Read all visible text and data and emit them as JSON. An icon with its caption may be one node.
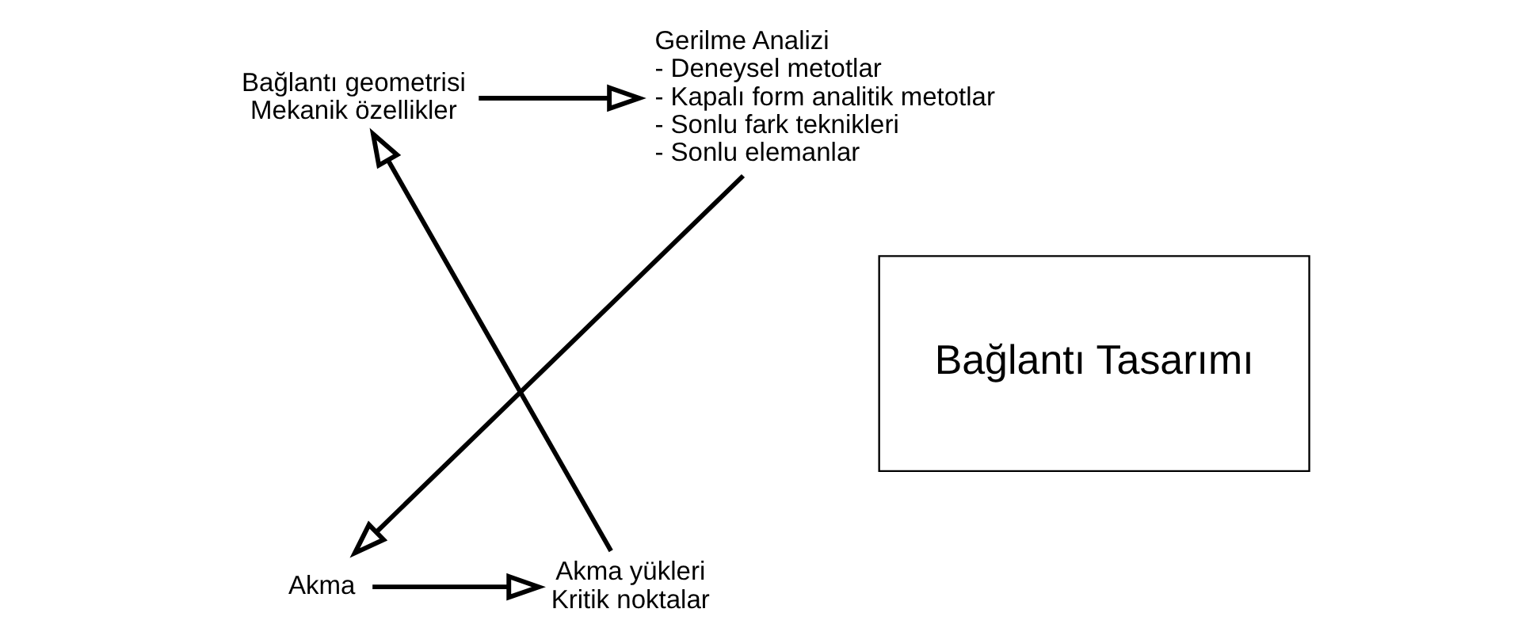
{
  "diagram": {
    "nodes": [
      {
        "text": [
          "Bağlantı Tasarımı"
        ]
      },
      {
        "text": [
          "Bağlantı geometrisi",
          "Mekanik özellikler"
        ]
      },
      {
        "text": [
          "Gerilme Analizi",
          "- Deneysel metotlar",
          "- Kapalı form analitik metotlar",
          "- Sonlu fark teknikleri",
          "- Sonlu elemanlar"
        ]
      },
      {
        "text": [
          "Akma"
        ]
      },
      {
        "text": [
          "Akma yükleri",
          "Kritik noktalar"
        ]
      }
    ],
    "edges": [
      {
        "from": 1,
        "to": 2,
        "arrow": "to"
      },
      {
        "from": 2,
        "to": 3,
        "arrow": "to"
      },
      {
        "from": 3,
        "to": 4,
        "arrow": "to"
      },
      {
        "from": 4,
        "to": 1,
        "arrow": "to"
      }
    ]
  }
}
